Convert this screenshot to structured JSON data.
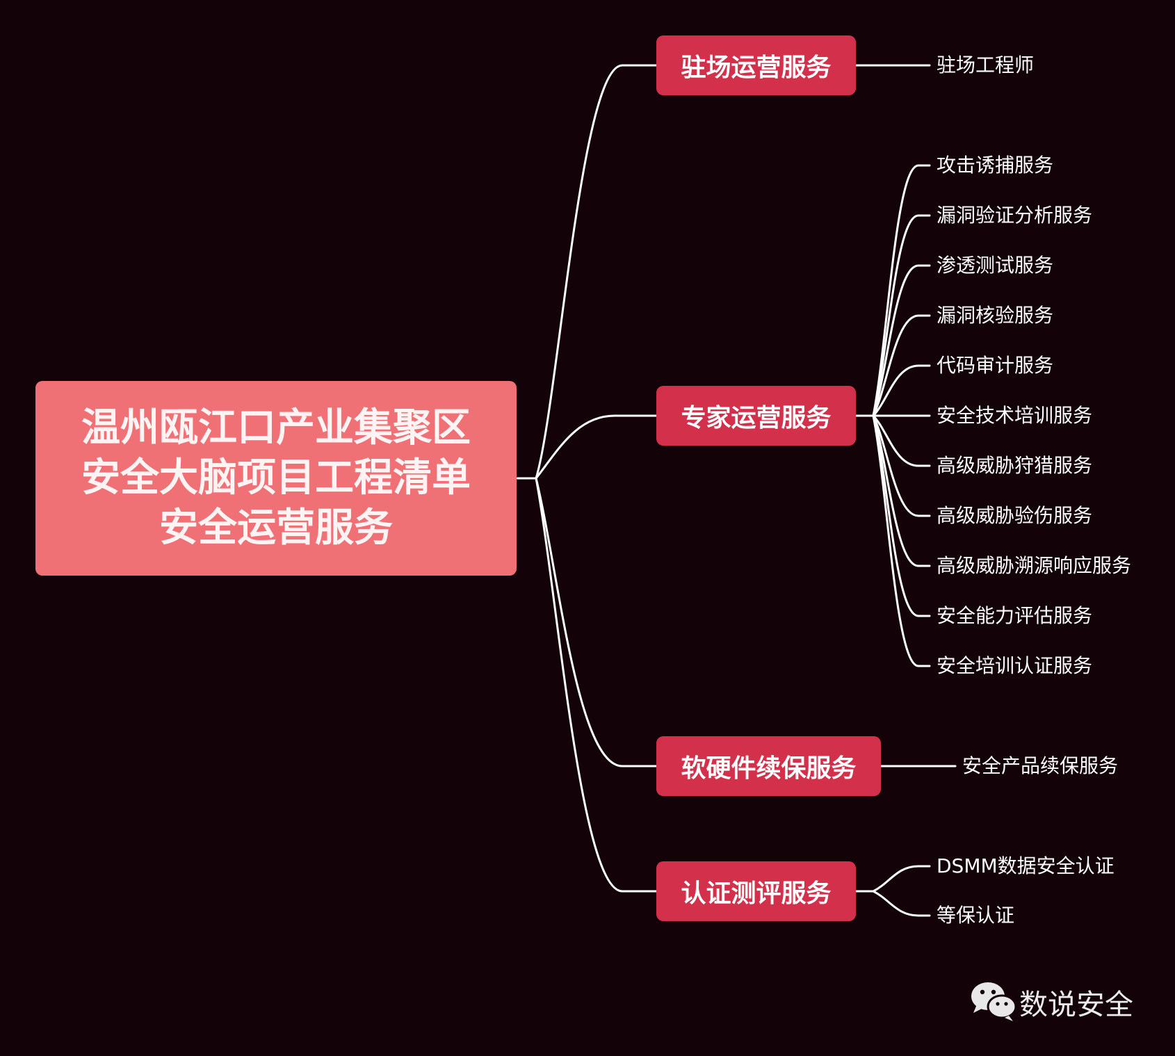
{
  "colors": {
    "background": "#130308",
    "root_fill": "#ef7075",
    "branch_fill": "#d2304b",
    "connector": "#ffffff",
    "text": "#ffffff"
  },
  "root": {
    "lines": [
      "温州瓯江口产业集聚区",
      "安全大脑项目工程清单",
      "安全运营服务"
    ]
  },
  "branches": [
    {
      "label": "驻场运营服务",
      "leaves": [
        "驻场工程师"
      ]
    },
    {
      "label": "专家运营服务",
      "leaves": [
        "攻击诱捕服务",
        "漏洞验证分析服务",
        "渗透测试服务",
        "漏洞核验服务",
        "代码审计服务",
        "安全技术培训服务",
        "高级威胁狩猎服务",
        "高级威胁验伤服务",
        "高级威胁溯源响应服务",
        "安全能力评估服务",
        "安全培训认证服务"
      ]
    },
    {
      "label": "软硬件续保服务",
      "leaves": [
        "安全产品续保服务"
      ]
    },
    {
      "label": "认证测评服务",
      "leaves": [
        "DSMM数据安全认证",
        "等保认证"
      ]
    }
  ],
  "watermark": {
    "icon": "wechat-icon",
    "text": "数说安全"
  }
}
